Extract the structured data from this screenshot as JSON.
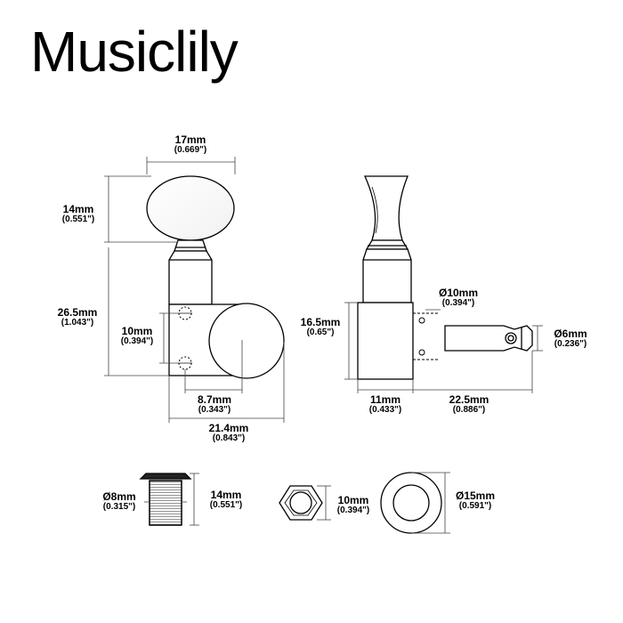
{
  "brand": {
    "name": "Musiclily"
  },
  "front_view": {
    "button_width": {
      "mm": "17mm",
      "inch": "(0.669\")"
    },
    "button_height": {
      "mm": "14mm",
      "inch": "(0.551\")"
    },
    "housing_height": {
      "mm": "26.5mm",
      "inch": "(1.043\")"
    },
    "hole_spacing": {
      "mm": "10mm",
      "inch": "(0.394\")"
    },
    "post_offset": {
      "mm": "8.7mm",
      "inch": "(0.343\")"
    },
    "total_width": {
      "mm": "21.4mm",
      "inch": "(0.843\")"
    }
  },
  "side_view": {
    "housing_height": {
      "mm": "16.5mm",
      "inch": "(0.65\")"
    },
    "bushing_seat": {
      "mm": "Ø10mm",
      "inch": "(0.394\")"
    },
    "post_diameter": {
      "mm": "Ø6mm",
      "inch": "(0.236\")"
    },
    "housing_depth": {
      "mm": "11mm",
      "inch": "(0.433\")"
    },
    "post_length": {
      "mm": "22.5mm",
      "inch": "(0.886\")"
    }
  },
  "parts": {
    "bushing_diameter": {
      "mm": "Ø8mm",
      "inch": "(0.315\")"
    },
    "bushing_height": {
      "mm": "14mm",
      "inch": "(0.551\")"
    },
    "nut_size": {
      "mm": "10mm",
      "inch": "(0.394\")"
    },
    "washer_diameter": {
      "mm": "Ø15mm",
      "inch": "(0.591\")"
    }
  },
  "colors": {
    "line": "#000000",
    "dim_line": "#555555",
    "background": "#ffffff"
  }
}
